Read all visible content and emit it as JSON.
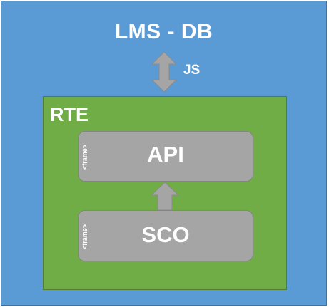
{
  "outer": {
    "title": "LMS - DB",
    "link_label": "JS",
    "color": "#5b9bd5"
  },
  "rte": {
    "title": "RTE",
    "color": "#70ad47"
  },
  "api": {
    "label": "API",
    "frame_tag": "<frame>"
  },
  "sco": {
    "label": "SCO",
    "frame_tag": "<frame>"
  },
  "arrows": {
    "js_arrow": "double-vertical",
    "sco_to_api": "up",
    "color": "#a5a5a5"
  }
}
